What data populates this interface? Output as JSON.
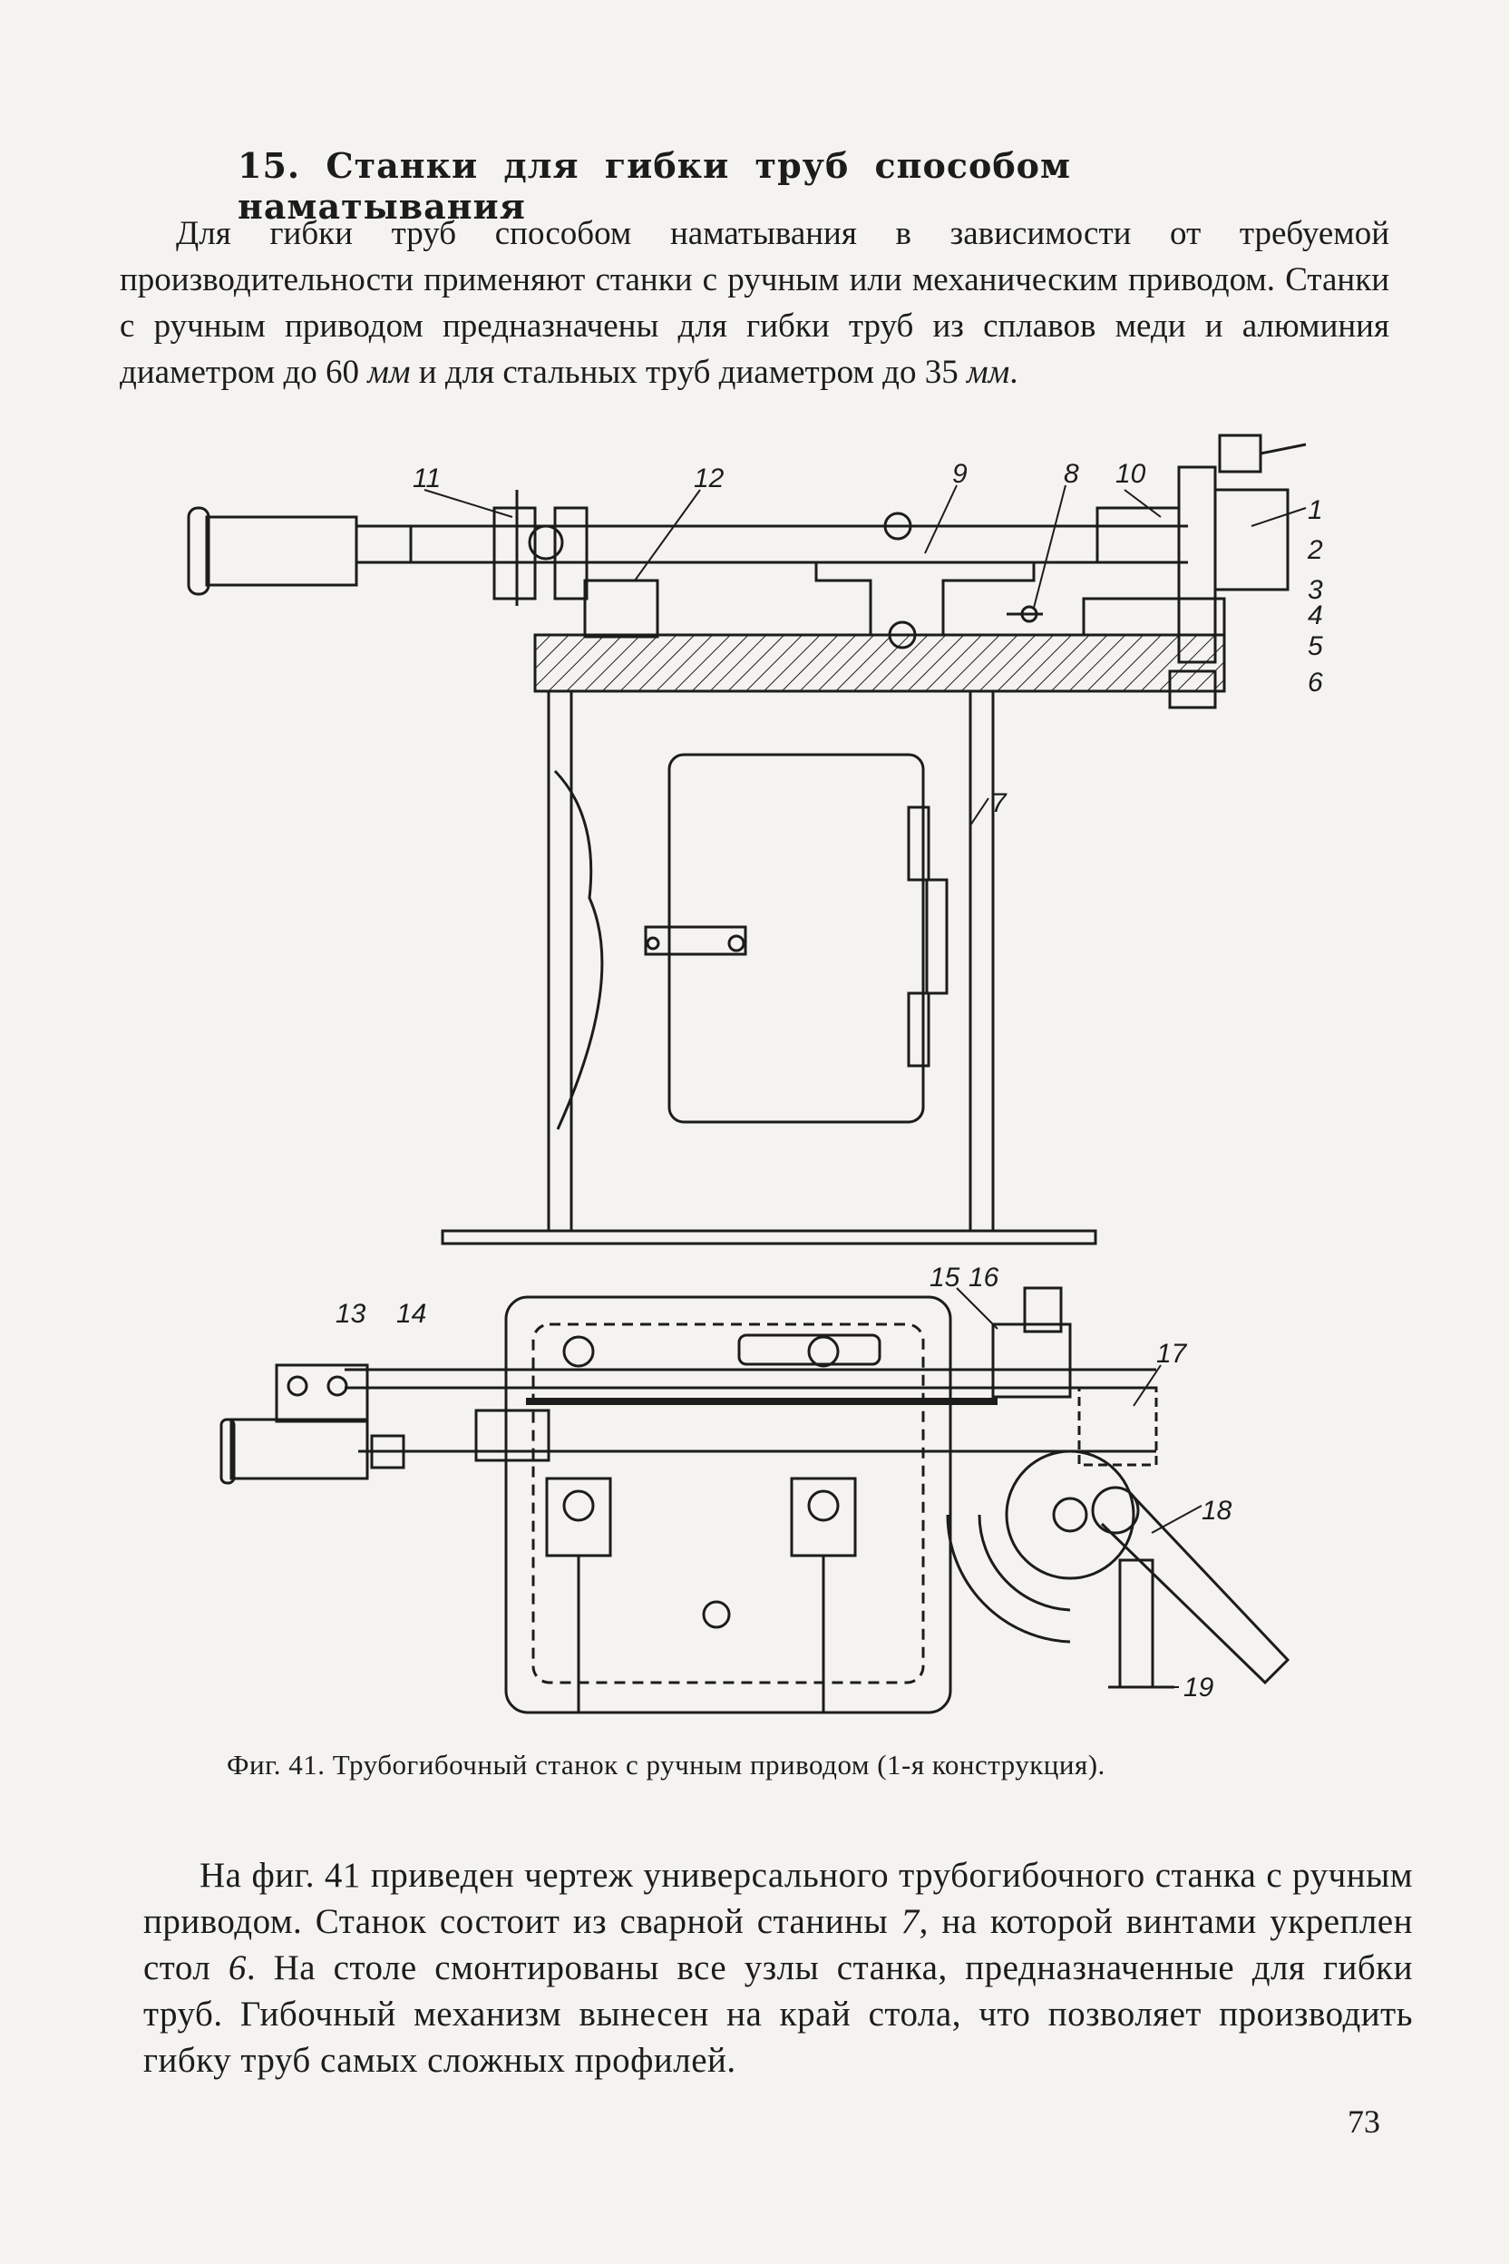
{
  "section": {
    "heading": "15. Станки для гибки труб способом наматывания"
  },
  "paragraph1": {
    "lines": [
      "Для гибки труб способом наматывания в зависимости от требуемой",
      "производительности применяют станки с ручным или механическим",
      "приводом. Станки с ручным приводом предназначены для гибки труб",
      "из сплавов меди и алюминия диаметром до 60 ",
      "мм",
      " и для стальных",
      "труб диаметром до 35 ",
      "мм",
      "."
    ]
  },
  "figure": {
    "labels": {
      "l1": "1",
      "l2": "2",
      "l3": "3",
      "l4": "4",
      "l5": "5",
      "l6": "6",
      "l7": "7",
      "l8": "8",
      "l9": "9",
      "l10": "10",
      "l11": "11",
      "l12": "12",
      "l13": "13",
      "l14": "14",
      "l15": "15",
      "l16": "16",
      "l17": "17",
      "l18": "18",
      "l19": "19"
    },
    "caption": "Фиг. 41. Трубогибочный станок с ручным приводом (1-я конструкция)."
  },
  "paragraph2": {
    "line1": "На фиг. 41 приведен чертеж универсального трубогибочного",
    "line2": "станка с ручным приводом. Станок состоит из сварной станины ",
    "n7": "7",
    "line2b": ",",
    "line3": "на которой винтами укреплен стол ",
    "n6": "6",
    "line3b": ". На столе смонтированы все",
    "line4": "узлы станка, предназначенные для гибки труб. Гибочный механизм",
    "line5": "вынесен на край стола, что позволяет производить гибку труб самых",
    "line6": "сложных профилей."
  },
  "page_number": "73"
}
